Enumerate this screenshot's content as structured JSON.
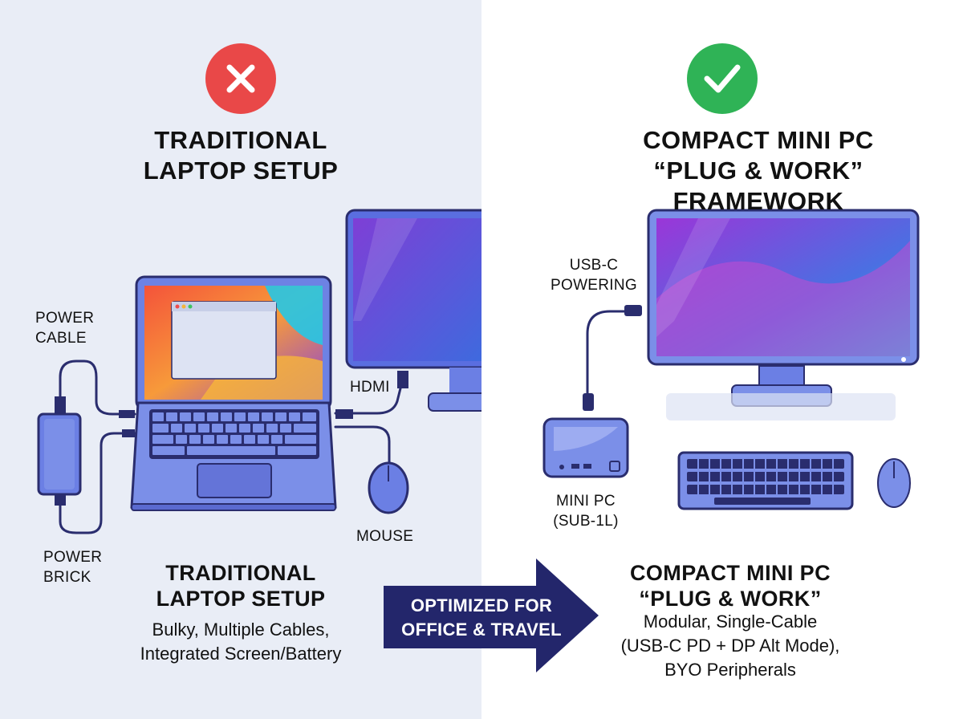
{
  "left": {
    "title_lines": [
      "TRADITIONAL",
      "LAPTOP SETUP"
    ],
    "labels": {
      "power_cable": [
        "POWER",
        "CABLE"
      ],
      "power_brick": [
        "POWER",
        "BRICK"
      ],
      "hdmi": "HDMI",
      "mouse": "MOUSE"
    },
    "caption_title_lines": [
      "TRADITIONAL",
      "LAPTOP SETUP"
    ],
    "caption_desc_lines": [
      "Bulky, Multiple Cables,",
      "Integrated Screen/Battery"
    ]
  },
  "right": {
    "title_lines": [
      "COMPACT MINI PC",
      "“PLUG & WORK” FRAMEWORK"
    ],
    "labels": {
      "usb_c": [
        "USB-C",
        "POWERING"
      ],
      "mini_pc": [
        "MINI PC",
        "(SUB-1L)"
      ]
    },
    "caption_title_lines": [
      "COMPACT MINI PC",
      "“PLUG & WORK”"
    ],
    "caption_desc_lines": [
      "Modular, Single-Cable",
      "(USB-C PD + DP Alt Mode),",
      "BYO Peripherals"
    ]
  },
  "arrow": {
    "label_lines": [
      "OPTIMIZED FOR",
      "OFFICE & TRAVEL"
    ]
  },
  "colors": {
    "bad": "#e94848",
    "good": "#2fb356",
    "device_blue": "#7b8fe8",
    "dark_outline": "#2a2d6e",
    "arrow_navy": "#23266b",
    "left_bg": "#e9edf6"
  },
  "icons": {
    "bad": "x-icon",
    "good": "check-icon"
  }
}
